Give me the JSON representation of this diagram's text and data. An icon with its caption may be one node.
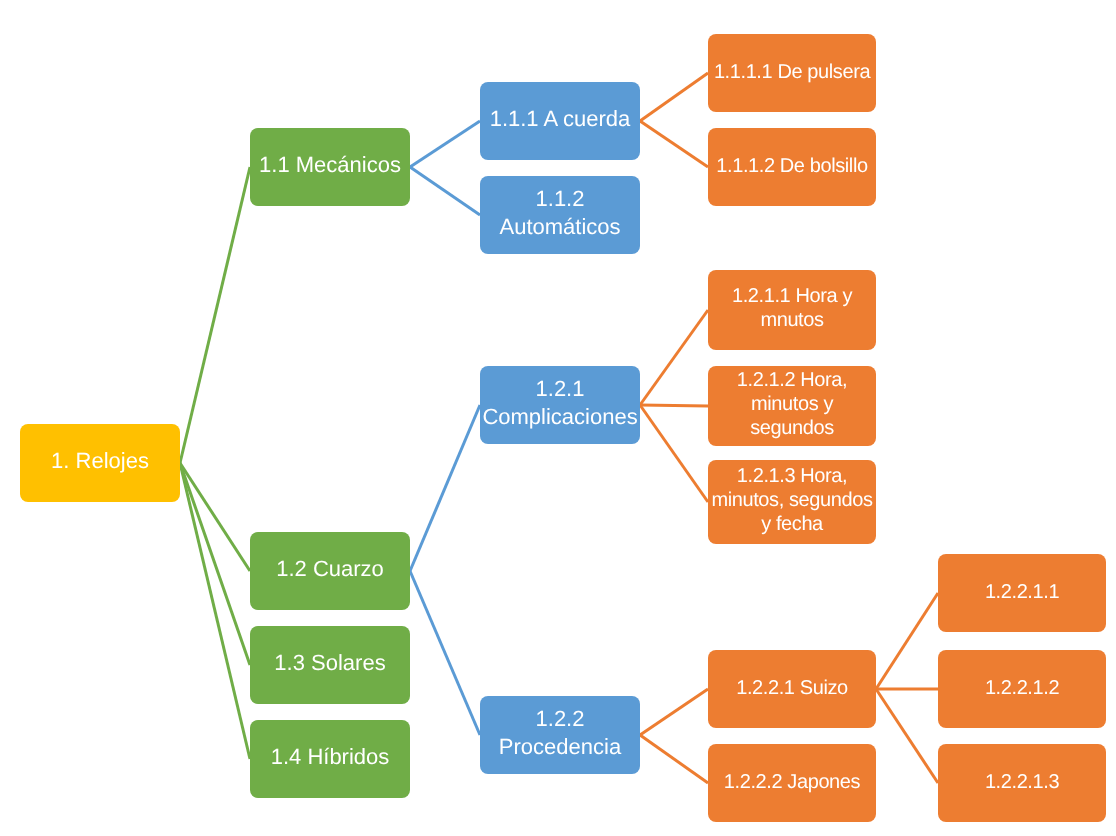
{
  "diagram": {
    "nodes": [
      {
        "text": [
          "1. Relojes"
        ]
      },
      {
        "text": [
          "1.1 Mecánicos"
        ]
      },
      {
        "text": [
          "1.1.1 A cuerda"
        ]
      },
      {
        "text": [
          "1.1.1.1 De pulsera"
        ]
      },
      {
        "text": [
          "1.1.1.2 De bolsillo"
        ]
      },
      {
        "text": [
          "1.1.2 Automáticos"
        ]
      },
      {
        "text": [
          "1.2 Cuarzo"
        ]
      },
      {
        "text": [
          "1.2.1 Complicaciones"
        ]
      },
      {
        "text": [
          "1.2.1.1 Hora y mnutos"
        ]
      },
      {
        "text": [
          "1.2.1.2 Hora, minutos y segundos"
        ]
      },
      {
        "text": [
          "1.2.1.3 Hora, minutos, segundos y fecha"
        ]
      },
      {
        "text": [
          "1.2.2 Procedencia"
        ]
      },
      {
        "text": [
          "1.2.2.1 Suizo"
        ]
      },
      {
        "text": [
          "1.2.2.1.1"
        ]
      },
      {
        "text": [
          "1.2.2.1.2"
        ]
      },
      {
        "text": [
          "1.2.2.1.3"
        ]
      },
      {
        "text": [
          "1.2.2.2 Japones"
        ]
      },
      {
        "text": [
          "1.3 Solares"
        ]
      },
      {
        "text": [
          "1.4 Híbridos"
        ]
      }
    ],
    "edges": [
      {
        "from": 0,
        "to": 1,
        "arrow": "none",
        "color": "#70ad47"
      },
      {
        "from": 0,
        "to": 6,
        "arrow": "none",
        "color": "#70ad47"
      },
      {
        "from": 0,
        "to": 17,
        "arrow": "none",
        "color": "#70ad47"
      },
      {
        "from": 0,
        "to": 18,
        "arrow": "none",
        "color": "#70ad47"
      },
      {
        "from": 1,
        "to": 2,
        "arrow": "none",
        "color": "#5b9bd5"
      },
      {
        "from": 1,
        "to": 5,
        "arrow": "none",
        "color": "#5b9bd5"
      },
      {
        "from": 2,
        "to": 3,
        "arrow": "none"
      },
      {
        "from": 2,
        "to": 4,
        "arrow": "none"
      },
      {
        "from": 6,
        "to": 7,
        "arrow": "none",
        "color": "#5b9bd5"
      },
      {
        "from": 6,
        "to": 11,
        "arrow": "none",
        "color": "#5b9bd5"
      },
      {
        "from": 7,
        "to": 8,
        "arrow": "none"
      },
      {
        "from": 7,
        "to": 9,
        "arrow": "none"
      },
      {
        "from": 7,
        "to": 10,
        "arrow": "none"
      },
      {
        "from": 11,
        "to": 12,
        "arrow": "none"
      },
      {
        "from": 11,
        "to": 16,
        "arrow": "none"
      },
      {
        "from": 12,
        "to": 13,
        "arrow": "none"
      },
      {
        "from": 12,
        "to": 14,
        "arrow": "none"
      },
      {
        "from": 12,
        "to": 15,
        "arrow": "none"
      }
    ]
  }
}
